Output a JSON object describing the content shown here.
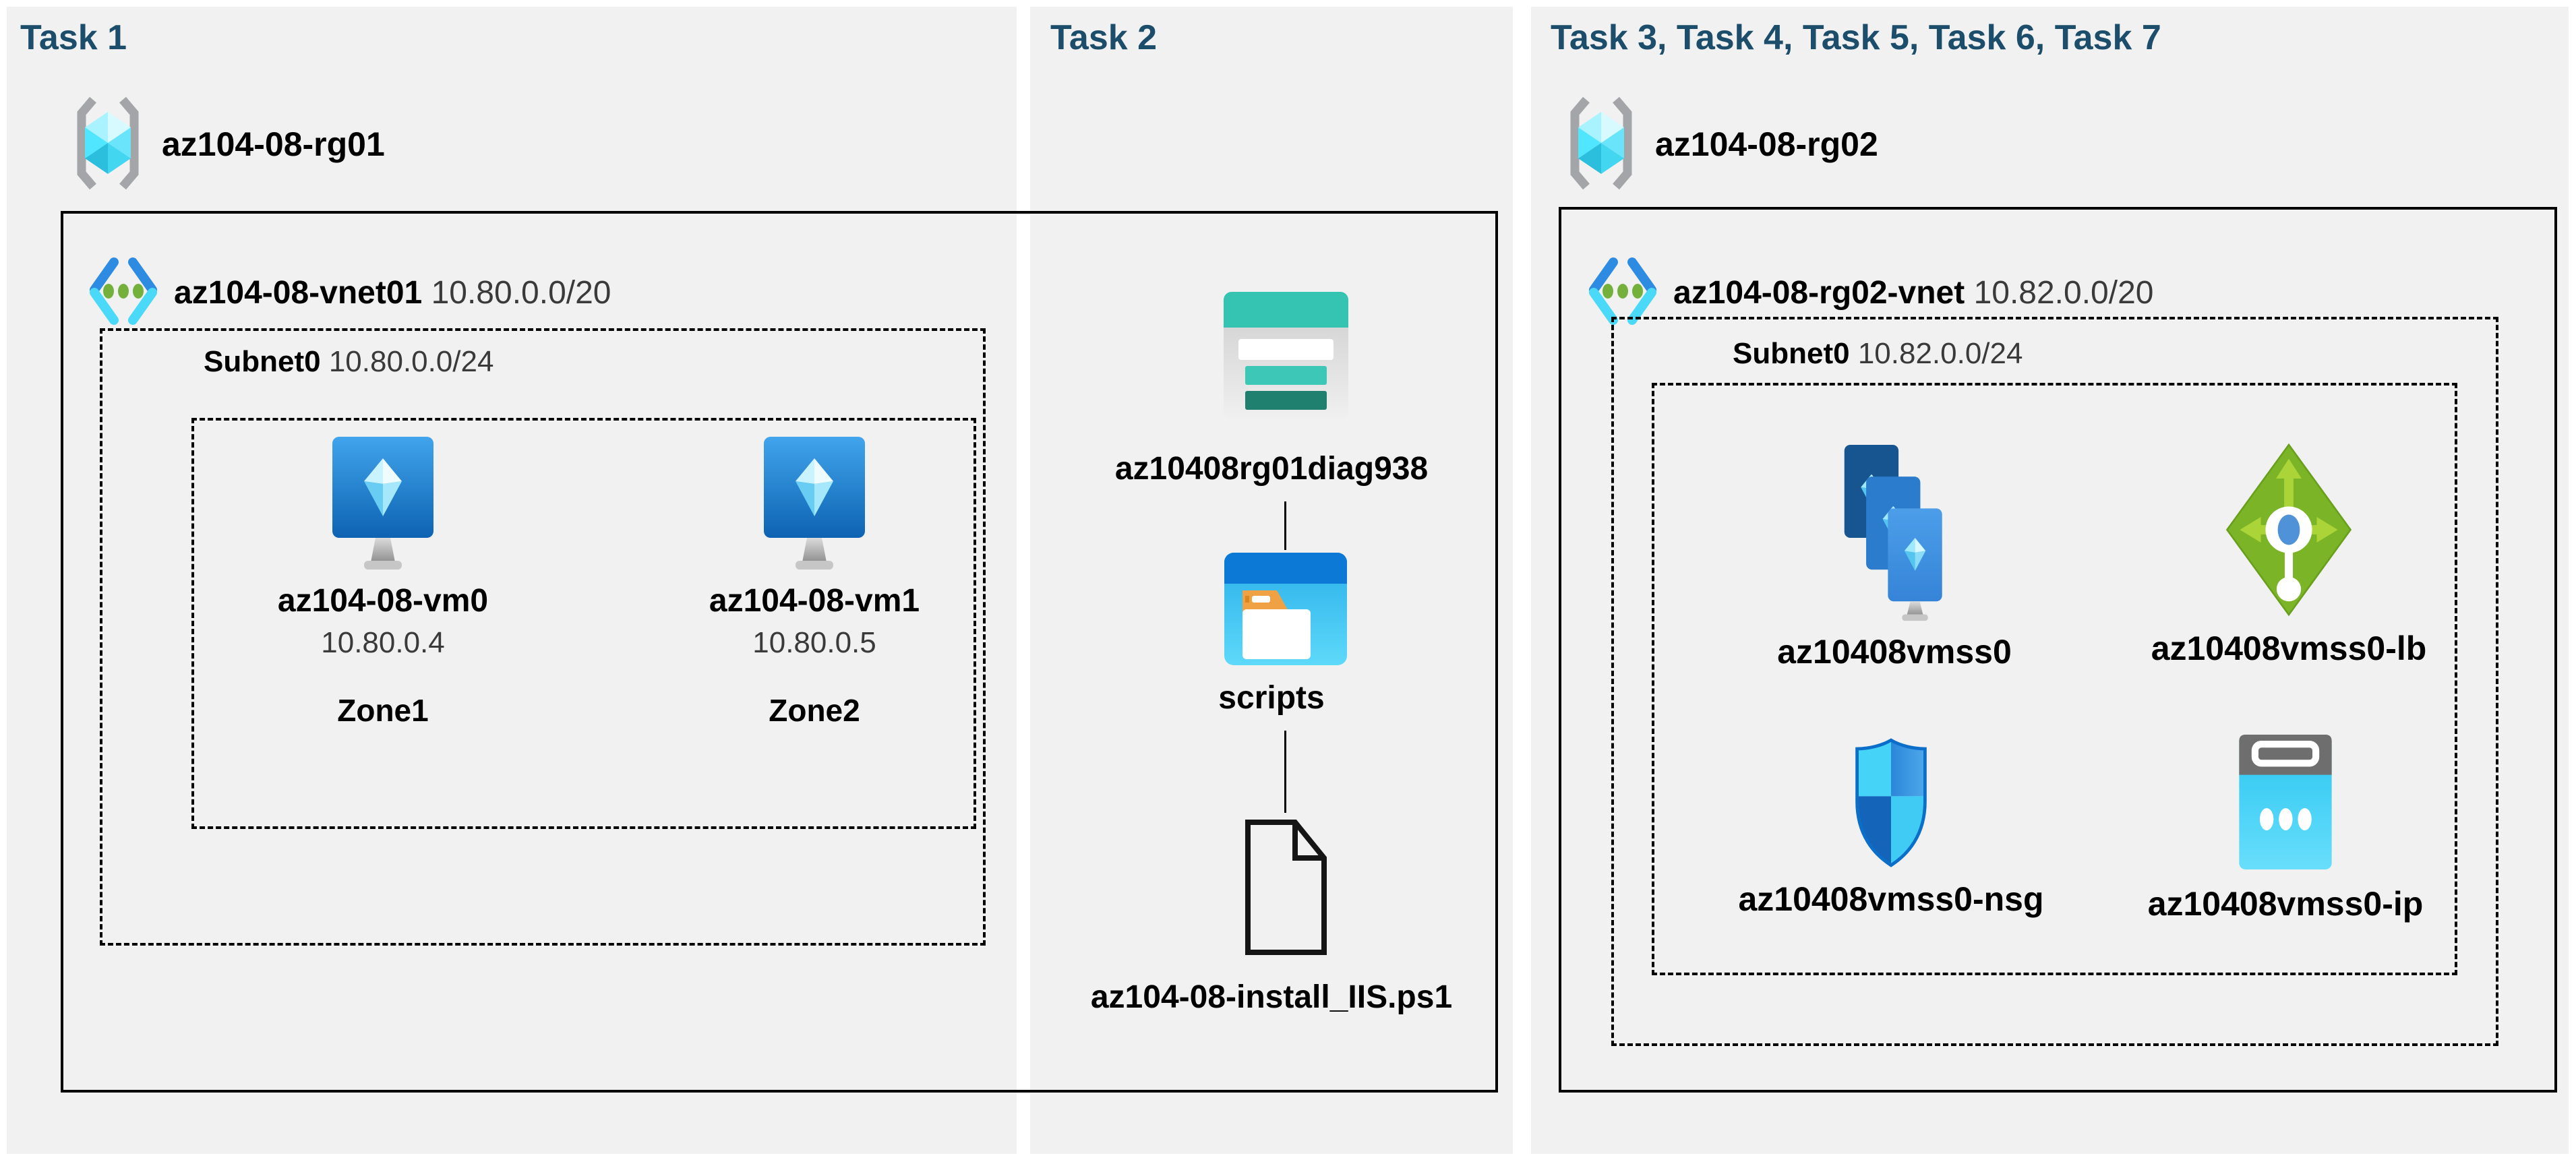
{
  "diagram": {
    "task1": {
      "title": "Task 1",
      "resource_group": "az104-08-rg01",
      "vnet_name": "az104-08-vnet01",
      "vnet_cidr": "10.80.0.0/20",
      "subnet_name": "Subnet0",
      "subnet_cidr": "10.80.0.0/24",
      "vms": [
        {
          "name": "az104-08-vm0",
          "ip": "10.80.0.4",
          "zone": "Zone1"
        },
        {
          "name": "az104-08-vm1",
          "ip": "10.80.0.5",
          "zone": "Zone2"
        }
      ]
    },
    "task2": {
      "title": "Task 2",
      "storage_account": "az10408rg01diag938",
      "container": "scripts",
      "script_file": "az104-08-install_IIS.ps1"
    },
    "task3": {
      "title": "Task 3, Task 4, Task 5, Task 6, Task 7",
      "resource_group": "az104-08-rg02",
      "vnet_name": "az104-08-rg02-vnet",
      "vnet_cidr": "10.82.0.0/20",
      "subnet_name": "Subnet0",
      "subnet_cidr": "10.82.0.0/24",
      "resources": [
        {
          "name": "az10408vmss0",
          "icon": "vm-scale-set-icon"
        },
        {
          "name": "az10408vmss0-lb",
          "icon": "load-balancer-icon"
        },
        {
          "name": "az10408vmss0-nsg",
          "icon": "network-security-group-icon"
        },
        {
          "name": "az10408vmss0-ip",
          "icon": "public-ip-icon"
        }
      ]
    },
    "colors": {
      "title_navy": "#1C4D6B",
      "panel_bg": "#F1F1F1",
      "line_black": "#000000",
      "vnet_blue": "#2E8BE2",
      "vnet_cyan": "#4AD9F8",
      "vnet_green": "#74B13C",
      "storage_teal": "#35C3B2",
      "folder_blue": "#0C79D6",
      "lb_green": "#7CB428",
      "vm_blue": "#1E78CE",
      "ip_cyan": "#29C5F1"
    }
  }
}
